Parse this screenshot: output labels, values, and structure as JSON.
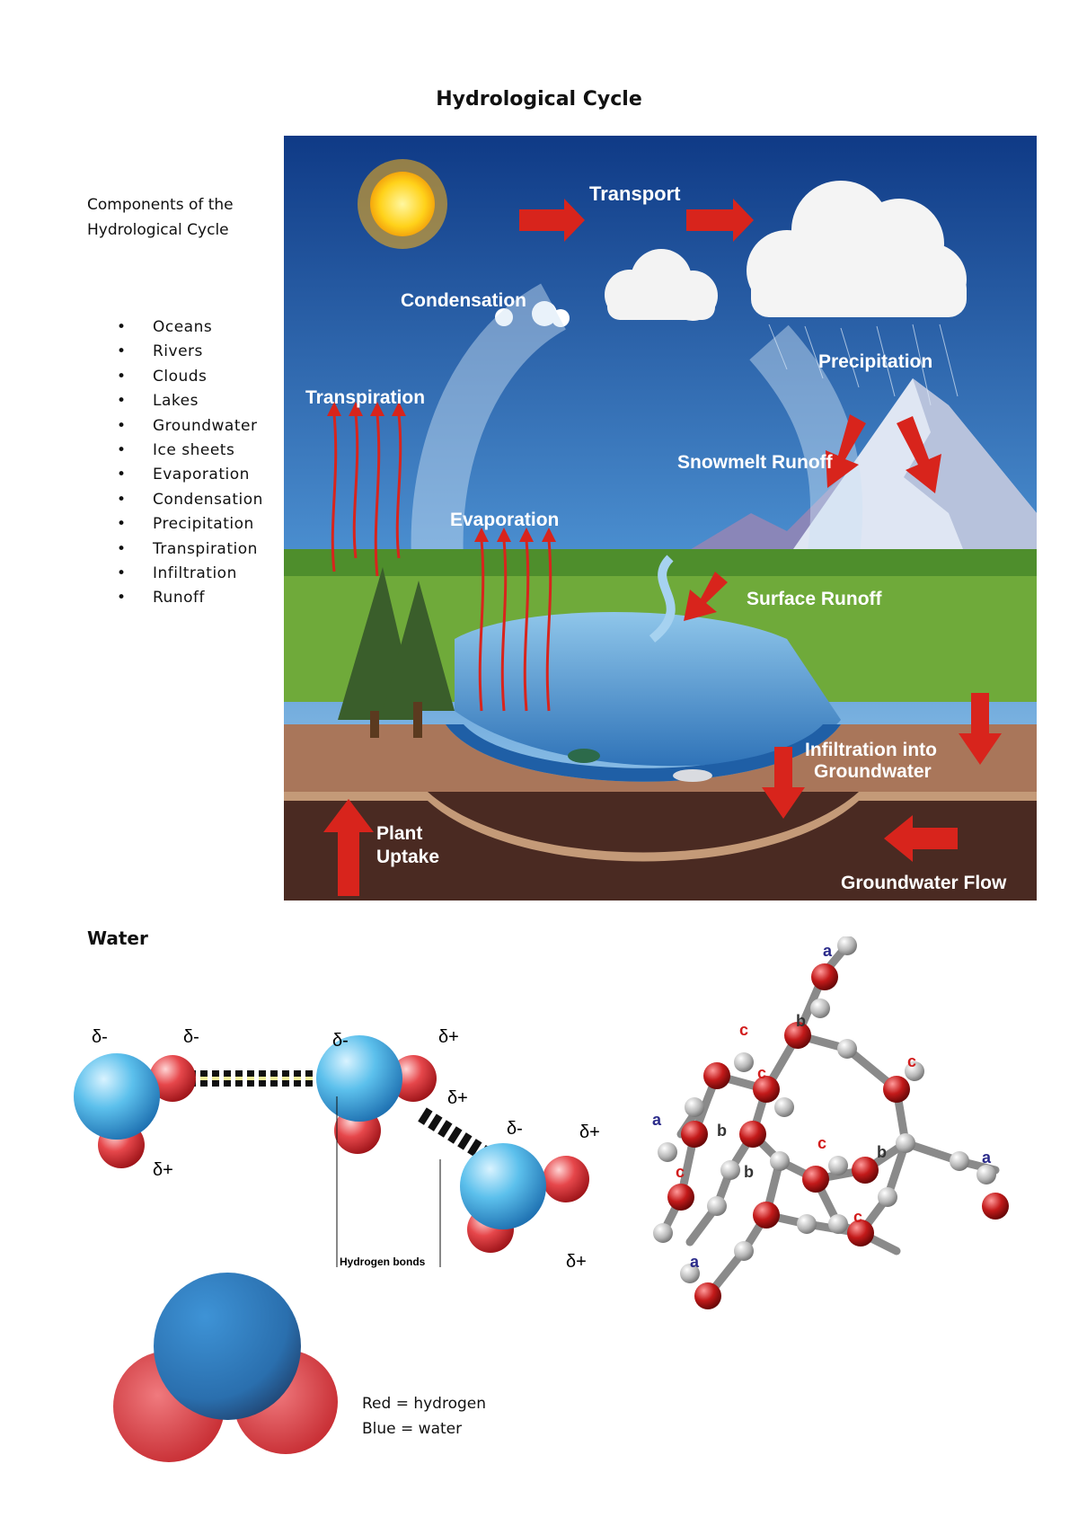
{
  "page": {
    "title": "Hydrological Cycle",
    "intro_line1": "Components of the",
    "intro_line2": "Hydrological Cycle",
    "components": [
      "Oceans",
      "Rivers",
      "Clouds",
      "Lakes",
      "Groundwater",
      "Ice sheets",
      "Evaporation",
      "Condensation",
      "Precipitation",
      "Transpiration",
      "Infiltration",
      "Runoff"
    ]
  },
  "diagram": {
    "labels": {
      "transport": "Transport",
      "condensation": "Condensation",
      "precipitation": "Precipitation",
      "transpiration": "Transpiration",
      "snowmelt": "Snowmelt Runoff",
      "evaporation": "Evaporation",
      "surface_runoff": "Surface Runoff",
      "infiltration_1": "Infiltration into",
      "infiltration_2": "Groundwater",
      "plant_uptake_1": "Plant",
      "plant_uptake_2": "Uptake",
      "groundwater_flow": "Groundwater Flow"
    },
    "colors": {
      "sky_top": "#0f3a86",
      "sky_bottom": "#6fb3e6",
      "arrow": "#d8241c",
      "soil": "#a9765a",
      "deep_soil": "#4a2a22",
      "water": "#4f9bd6"
    }
  },
  "water": {
    "title": "Water",
    "bond_caption": "Hydrogen bonds",
    "delta_minus": "δ-",
    "delta_plus": "δ+",
    "cluster_labels": {
      "a": "a",
      "b": "b",
      "c": "c"
    },
    "legend_red": "Red = hydrogen",
    "legend_blue": "Blue = water"
  }
}
